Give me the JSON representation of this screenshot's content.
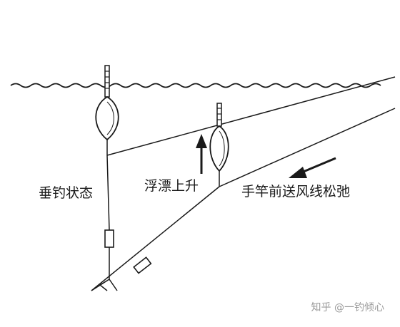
{
  "labels": {
    "vertical_state": "垂钓状态",
    "float_rise": "浮漂上升",
    "rod_forward_slack": "手竿前送风线松弛"
  },
  "watermark": "知乎 @一钓倾心",
  "colors": {
    "ink": "#1a1a1a",
    "background": "#ffffff",
    "watermark": "#9a9a9a"
  },
  "icons": [
    "arrow-up-icon",
    "arrow-left-icon"
  ]
}
